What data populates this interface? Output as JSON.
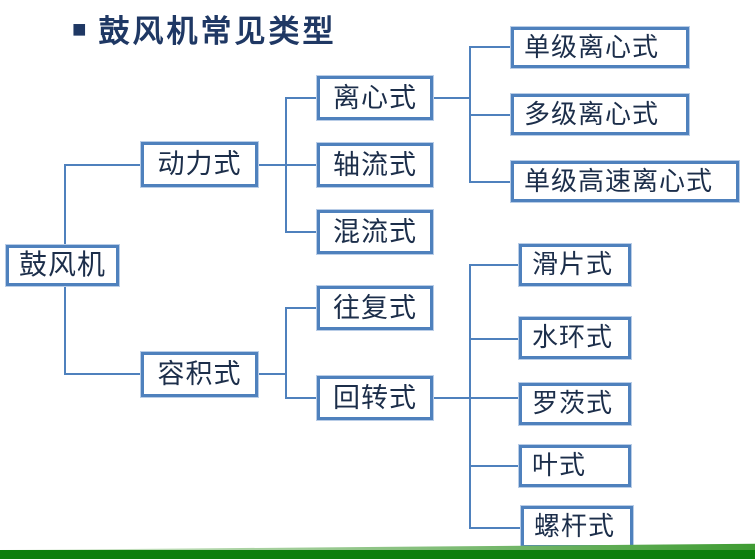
{
  "slide": {
    "title": {
      "bullet": "■",
      "text": "鼓风机常见类型"
    }
  },
  "nodes": {
    "blower": "鼓风机",
    "dynamic": "动力式",
    "positive_displacement": "容积式",
    "centrifugal": "离心式",
    "axial_flow": "轴流式",
    "mixed_flow": "混流式",
    "reciprocating": "往复式",
    "rotary": "回转式",
    "single_stage_centrifugal": "单级离心式",
    "multi_stage_centrifugal": "多级离心式",
    "single_stage_high_speed_centrifugal": "单级高速离心式",
    "sliding_vane": "滑片式",
    "water_ring": "水环式",
    "roots": "罗茨式",
    "vane": "叶式",
    "screw": "螺杆式"
  },
  "tree": {
    "label": "鼓风机",
    "children": [
      {
        "label": "动力式",
        "children": [
          {
            "label": "离心式",
            "children": [
              {
                "label": "单级离心式"
              },
              {
                "label": "多级离心式"
              },
              {
                "label": "单级高速离心式"
              }
            ]
          },
          {
            "label": "轴流式"
          },
          {
            "label": "混流式"
          }
        ]
      },
      {
        "label": "容积式",
        "children": [
          {
            "label": "往复式"
          },
          {
            "label": "回转式",
            "children": [
              {
                "label": "滑片式"
              },
              {
                "label": "水环式"
              },
              {
                "label": "罗茨式"
              },
              {
                "label": "叶式"
              },
              {
                "label": "螺杆式"
              }
            ]
          }
        ]
      }
    ]
  },
  "colors": {
    "box_border": "#4f81bd",
    "connector": "#4f81bd",
    "title_text": "#1f3864",
    "box_text": "#1c2e4a",
    "footer_wedge_green": "#3f9c33",
    "footer_bar_green": "#0e7e0e"
  }
}
